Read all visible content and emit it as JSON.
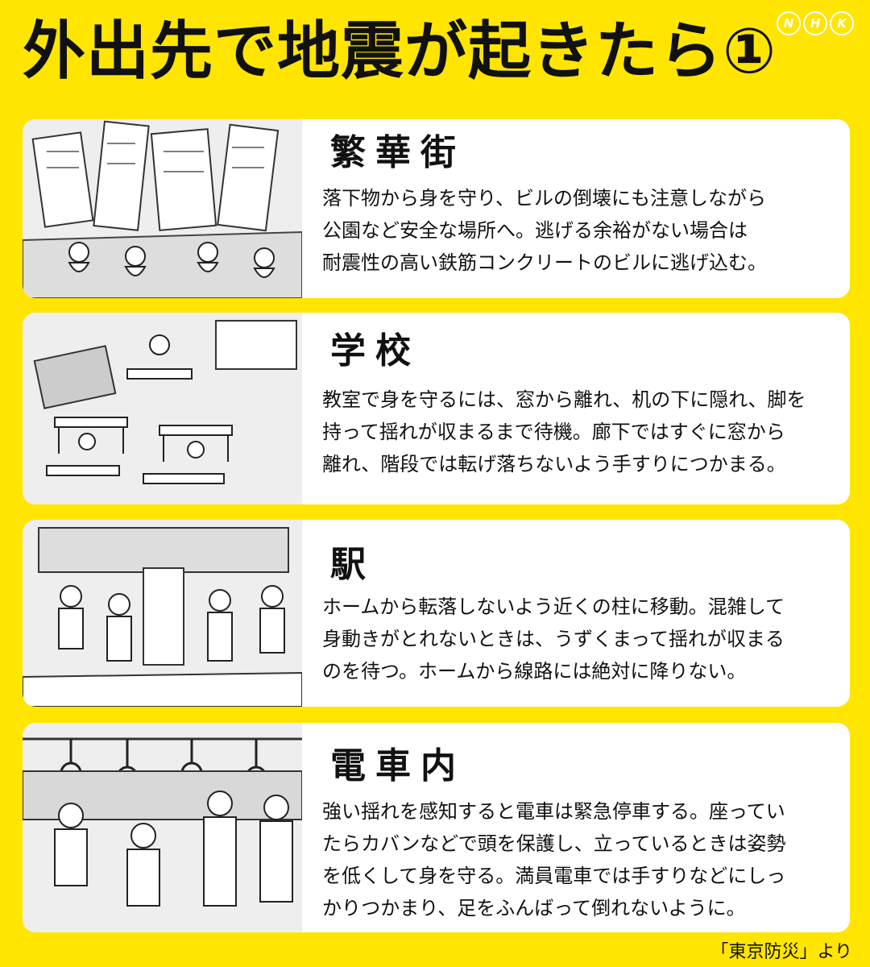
{
  "header": {
    "title": "外出先で地震が起きたら①",
    "logo_letters": [
      "N",
      "H",
      "K"
    ]
  },
  "sections": [
    {
      "id": "downtown",
      "title": "繁華街",
      "lines": [
        "落下物から身を守り、ビルの倒壊にも注意しながら",
        "公園など安全な場所へ。逃げる余裕がない場合は",
        "耐震性の高い鉄筋コンクリートのビルに逃げ込む。"
      ]
    },
    {
      "id": "school",
      "title": "学校",
      "lines": [
        "教室で身を守るには、窓から離れ、机の下に隠れ、脚を",
        "持って揺れが収まるまで待機。廊下ではすぐに窓から",
        "離れ、階段では転げ落ちないよう手すりにつかまる。"
      ]
    },
    {
      "id": "station",
      "title": "駅",
      "lines": [
        "ホームから転落しないよう近くの柱に移動。混雑して",
        "身動きがとれないときは、うずくまって揺れが収まる",
        "のを待つ。ホームから線路には絶対に降りない。"
      ]
    },
    {
      "id": "train",
      "title": "電車内",
      "lines": [
        "強い揺れを感知すると電車は緊急停車する。座ってい",
        "たらカバンなどで頭を保護し、立っているときは姿勢",
        "を低くして身を守る。満員電車では手すりなどにしっ",
        "かりつかまり、足をふんばって倒れないように。"
      ]
    }
  ],
  "footer": {
    "source": "「東京防災」より"
  },
  "colors": {
    "background": "#FFE500",
    "card": "#FFFFFF",
    "text": "#111111"
  }
}
